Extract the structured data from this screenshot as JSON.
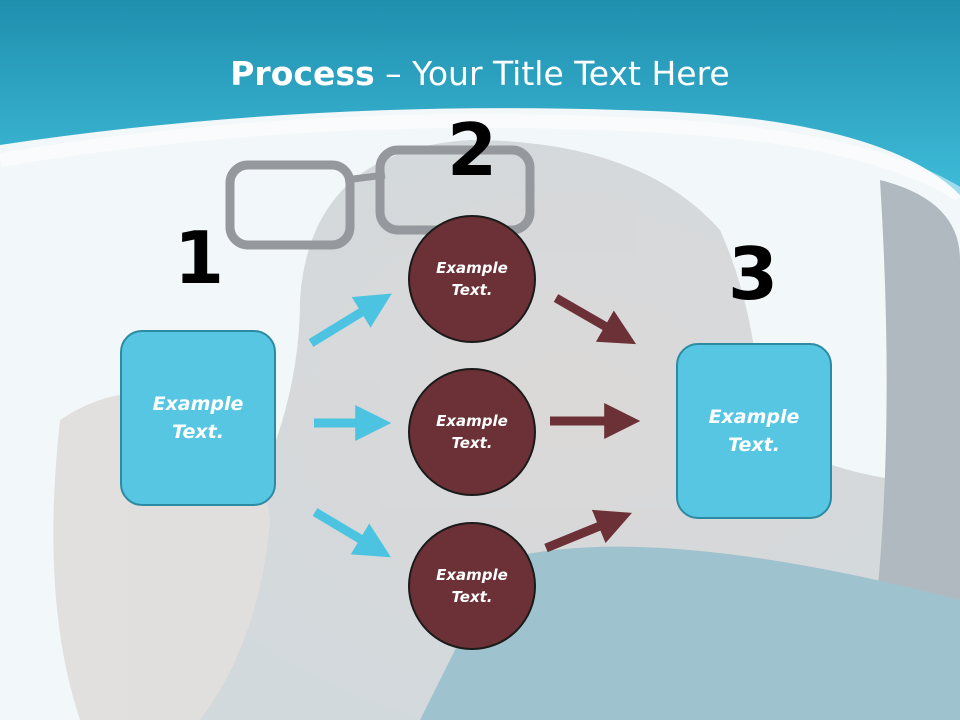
{
  "title": {
    "bold": "Process",
    "rest": " – Your Title Text Here"
  },
  "steps": [
    {
      "number": "1",
      "text": "Example Text."
    },
    {
      "number": "2",
      "items": [
        "Example Text.",
        "Example Text.",
        "Example Text."
      ]
    },
    {
      "number": "3",
      "text": "Example Text."
    }
  ],
  "colors": {
    "header": "#36b5d3",
    "box_fill": "#56c6e3",
    "circle_fill": "#6b3136",
    "arrow_blue": "#4cc3e0",
    "arrow_red": "#6b3136"
  }
}
